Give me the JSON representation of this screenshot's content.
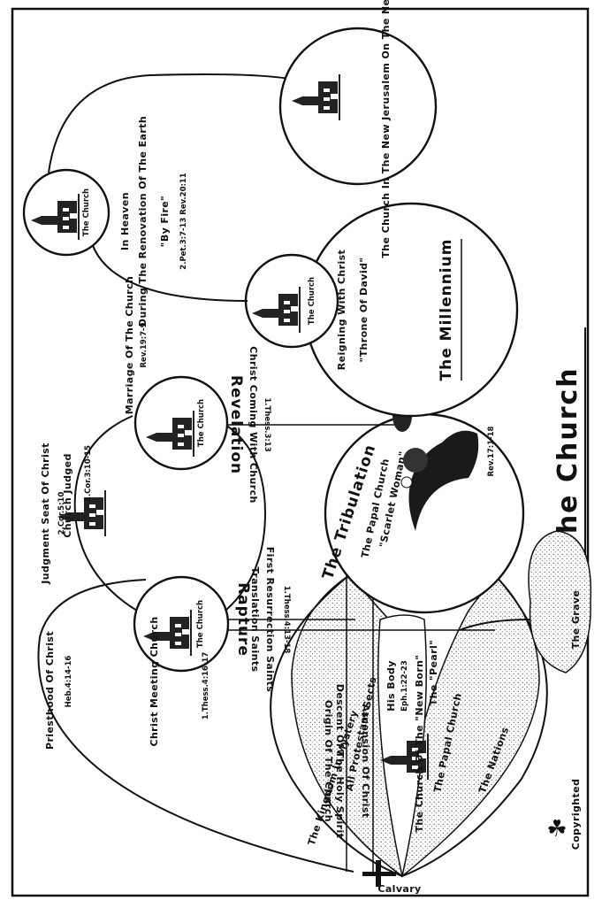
{
  "title": "The Church",
  "copyright": "Copyrighted",
  "calvary": "Calvary",
  "ascension": "Ascension Of Christ",
  "holy_spirit": "Descent Of The Holy Spirit",
  "origin": "Origin Of The Church",
  "priesthood": "Priesthood Of Christ",
  "priesthood_ref": "Heb.4:14-16",
  "kingdom": "The Kingdom In Mystery",
  "protestant": "All Protestant Sects",
  "his_body": "His Body",
  "his_body_ref": "Eph.1:22-23",
  "new_born": "The Church Of The \"New Born\"",
  "pearl": "The \"Pearl\"",
  "papal_church_lower": "The Papal Church",
  "nations": "The Nations",
  "christ_meeting": "Christ Meeting Church",
  "christ_meeting_ref": "1.Thess.4:16-17",
  "rapture": "Rapture",
  "translation_saints": "Translation Saints",
  "first_resurrection": "First Resurrection Saints",
  "thess_ref": "1.Thess.4:13-18",
  "grave": "The Grave",
  "judgment_seat": "Judgment Seat Of Christ",
  "judgment_ref": "2.Cor.5:10",
  "church_judged": "Church Judged",
  "cor_ref": "1.Cor.3:10-15",
  "tribulation": "The Tribulation",
  "papal_church": "The Papal Church",
  "scarlet_woman": "\"Scarlet Woman\"",
  "rev17": "Rev.17:1-18",
  "marriage": "Marriage Of The Church",
  "marriage_ref": "Rev.19:7-9",
  "revelation": "Revelation",
  "christ_coming": "Christ Coming With Church",
  "thess3": "1.Thess.3:13",
  "reigning": "Reigning With Christ",
  "throne": "\"Throne Of David\"",
  "millennium": "The Millennium",
  "in_heaven": "In Heaven",
  "renovation": "During The Renovation Of The Earth",
  "by_fire": "\"By Fire\"",
  "renovation_ref": "2.Pet.3:7-13  Rev.20:11",
  "new_jerusalem": "The Church In The New Jerusalem On The New Earth",
  "church_word": "The Church"
}
